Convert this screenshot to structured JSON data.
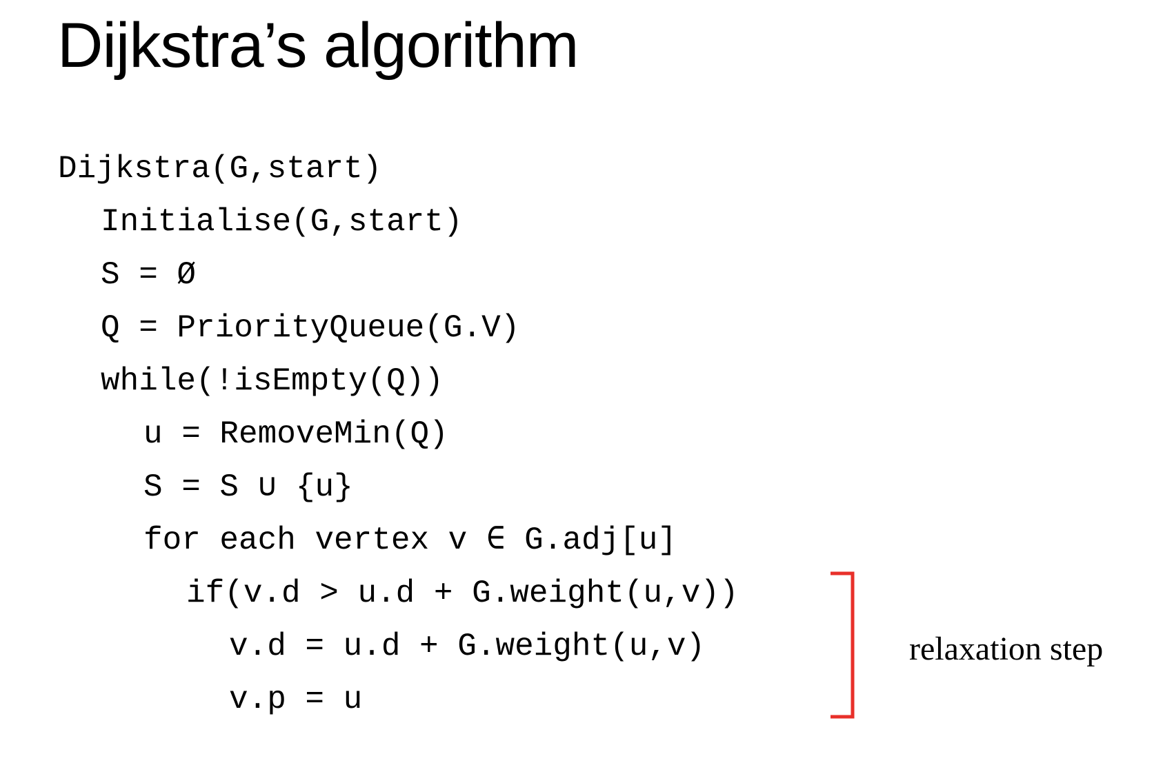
{
  "slide": {
    "title": "Dijkstra’s algorithm",
    "code_lines": [
      {
        "indent": 0,
        "text": "Dijkstra(G,start)"
      },
      {
        "indent": 1,
        "text": "Initialise(G,start)"
      },
      {
        "indent": 1,
        "text": "S = Ø"
      },
      {
        "indent": 1,
        "text": "Q = PriorityQueue(G.V)"
      },
      {
        "indent": 1,
        "text": "while(!isEmpty(Q))"
      },
      {
        "indent": 2,
        "text": "u = RemoveMin(Q)"
      },
      {
        "indent": 2,
        "text": "S = S ∪ {u}"
      },
      {
        "indent": 2,
        "text": "for each vertex v ∈ G.adj[u]"
      },
      {
        "indent": 3,
        "text": "if(v.d > u.d + G.weight(u,v))"
      },
      {
        "indent": 4,
        "text": "v.d = u.d + G.weight(u,v)"
      },
      {
        "indent": 4,
        "text": "v.p = u"
      }
    ],
    "annotation": {
      "label": "relaxation step",
      "bracket_color": "#e8302a"
    }
  }
}
